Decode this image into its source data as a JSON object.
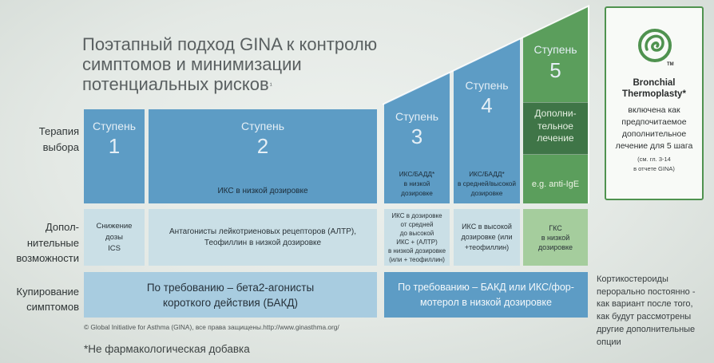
{
  "title": {
    "lines": [
      "Поэтапный подход GINA к контролю",
      "симптомов и минимизации",
      "потенциальных рисков"
    ],
    "superscript": "¹"
  },
  "row_labels": {
    "controller": [
      "Терапия",
      "выбора"
    ],
    "other_options": [
      "Допол-",
      "нительные",
      "возможности"
    ],
    "reliever": [
      "Купирование",
      "симптомов"
    ]
  },
  "steps": [
    {
      "label": "Ступень",
      "number": "1"
    },
    {
      "label": "Ступень",
      "number": "2",
      "preferred": [
        "ИКС в низкой дозировке"
      ]
    },
    {
      "label": "Ступень",
      "number": "3",
      "preferred": [
        "ИКС/БАДД*",
        "в низкой",
        "дозировке"
      ]
    },
    {
      "label": "Ступень",
      "number": "4",
      "preferred": [
        "ИКС/БАДД*",
        "в средней/высокой",
        "дозировке"
      ]
    },
    {
      "label": "Ступень",
      "number": "5",
      "add_on": [
        "Дополни-",
        "тельное",
        "лечение"
      ],
      "preferred": [
        "e.g. anti-IgE"
      ]
    }
  ],
  "other_options": [
    [
      "Снижение",
      "дозы",
      "ICS"
    ],
    [
      "Антагонисты лейкотриеновых рецепторов (АЛТР),",
      "Теофиллин в низкой дозировке"
    ],
    [
      "ИКС в дозировке",
      "от средней",
      "до высокой",
      "ИКС + (АЛТР)",
      "в низкой дозировке",
      "(или + теофиллин)"
    ],
    [
      "ИКС в высокой",
      "дозировке (или",
      "+теофиллин)"
    ],
    [
      "ГКС",
      "в низкой",
      "дозировке"
    ]
  ],
  "reliever": {
    "steps_1_2": [
      "По требованию – бета2-агонисты",
      "короткого действия (БАКД)"
    ],
    "steps_3_5": [
      "По требованию – БАКД или ИКС/фор-",
      "мотерол в низкой дозировке"
    ]
  },
  "oral_corticosteroids_note": [
    "Кортикостероиды",
    "перорально постоянно -",
    "как вариант после того,",
    "как будут рассмотрены",
    "другие дополнительные",
    "опции"
  ],
  "bronchial_thermoplasty": {
    "logo_icon": "bronchial-thermoplasty-logo",
    "trademark": "TM",
    "name": [
      "Bronchial",
      "Thermoplasty*"
    ],
    "description": [
      "включена как",
      "предпочитаемое",
      "дополнительное",
      "лечение для 5 шага"
    ],
    "reference": [
      "(см. гл. 3-14",
      "в отчете GINA)"
    ]
  },
  "footer": {
    "copyright": "© Global Initiative for Asthma (GINA), все права защищены.http://www.ginasthma.org/",
    "footnote": "*Не фармакологическая добавка"
  },
  "colors": {
    "step_blue": "#5d9cc5",
    "light_blue": "#a8cce0",
    "pale_blue": "#cadfe6",
    "step5_green": "#5b9e5c",
    "addon_green": "#3f7547",
    "pale_green": "#a5cd9d",
    "thermoplasty_green": "#4f924f"
  }
}
